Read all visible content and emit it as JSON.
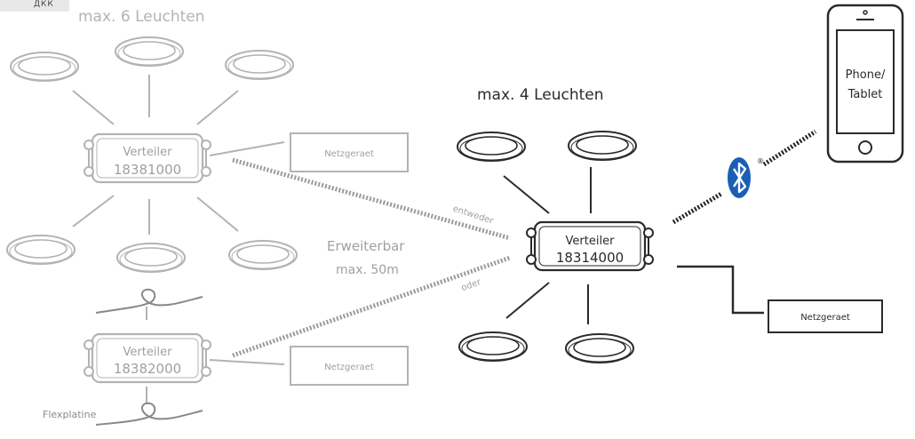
{
  "tab_label": "ДКК",
  "left_group": {
    "title": "max. 6 Leuchten",
    "distributor_1": {
      "label": "Verteiler",
      "number": "18381000"
    },
    "distributor_2": {
      "label": "Verteiler",
      "number": "18382000"
    },
    "psu_1": "Netzgeraet",
    "psu_2": "Netzgeraet",
    "flexplatine": "Flexplatine",
    "extendable": "Erweiterbar",
    "extendable_max": "max. 50m"
  },
  "right_group": {
    "title": "max. 4 Leuchten",
    "distributor": {
      "label": "Verteiler",
      "number": "18314000"
    },
    "psu": "Netzgeraet"
  },
  "connectors": {
    "either": "entweder",
    "or": "oder"
  },
  "phone": {
    "line1": "Phone/",
    "line2": "Tablet"
  },
  "bluetooth": {
    "registered": "®"
  },
  "colors": {
    "faded": "#b3b3b3",
    "dark": "#2a2a2a",
    "bluetooth": "#1a5fb4"
  }
}
